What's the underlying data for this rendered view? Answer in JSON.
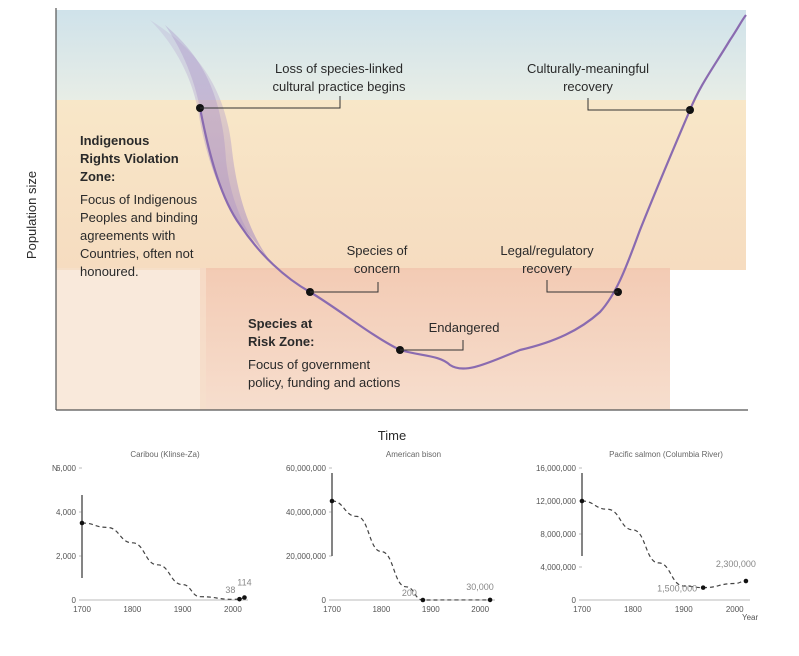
{
  "main": {
    "y_axis_label": "Population size",
    "x_axis_label": "Time",
    "irv_title": [
      "Indigenous",
      "Rights Violation",
      "Zone:"
    ],
    "irv_desc": [
      "Focus of Indigenous",
      "Peoples and binding",
      "agreements with",
      "Countries, often not",
      "honoured."
    ],
    "sar_title": [
      "Species at",
      "Risk Zone:"
    ],
    "sar_desc": [
      "Focus of government",
      "policy, funding and actions"
    ],
    "callouts": {
      "loss": [
        "Loss of species-linked",
        "cultural practice begins"
      ],
      "cultural_recovery": [
        "Culturally-meaningful",
        "recovery"
      ],
      "concern": [
        "Species of",
        "concern"
      ],
      "legal": [
        "Legal/regulatory",
        "recovery"
      ],
      "endangered": [
        "Endangered"
      ]
    },
    "colors": {
      "curve": "#8a6bb0",
      "top_band": "#dbe7ec",
      "middle_band": "#f7e3c3",
      "risk_band": "#f1c2aa"
    }
  },
  "chart_data": [
    {
      "type": "line",
      "title": "Caribou (Klinse-Za)",
      "ylabel": "N",
      "x": [
        1700,
        1750,
        1800,
        1850,
        1900,
        1935,
        2000,
        2013,
        2023
      ],
      "values": [
        3500,
        3300,
        2600,
        1600,
        700,
        150,
        30,
        38,
        114
      ],
      "ylim": [
        0,
        6000
      ],
      "yticks": [
        "6,000",
        "4,000",
        "2,000",
        "0"
      ],
      "xticks": [
        "1700",
        "1800",
        "1900",
        "2000"
      ],
      "annotations": [
        "38",
        "114"
      ]
    },
    {
      "type": "line",
      "title": "American bison",
      "x": [
        1700,
        1750,
        1800,
        1850,
        1884,
        1950,
        2020
      ],
      "values": [
        45000000,
        38000000,
        22000000,
        6000000,
        200,
        30000,
        30000
      ],
      "ylim": [
        0,
        60000000
      ],
      "yticks": [
        "60,000,000",
        "40,000,000",
        "20,000,000",
        "0"
      ],
      "xticks": [
        "1700",
        "1800",
        "1900",
        "2000"
      ],
      "annotations": [
        "200",
        "30,000"
      ]
    },
    {
      "type": "line",
      "title": "Pacific salmon (Columbia River)",
      "xlabel": "Year",
      "x": [
        1700,
        1750,
        1800,
        1850,
        1900,
        1938,
        2000,
        2022
      ],
      "values": [
        12000000,
        11000000,
        8500000,
        4500000,
        1700000,
        1500000,
        2000000,
        2300000
      ],
      "ylim": [
        0,
        16000000
      ],
      "yticks": [
        "16,000,000",
        "12,000,000",
        "8,000,000",
        "4,000,000",
        "0"
      ],
      "xticks": [
        "1700",
        "1800",
        "1900",
        "2000"
      ],
      "annotations": [
        "1,500,000",
        "2,300,000"
      ]
    }
  ]
}
